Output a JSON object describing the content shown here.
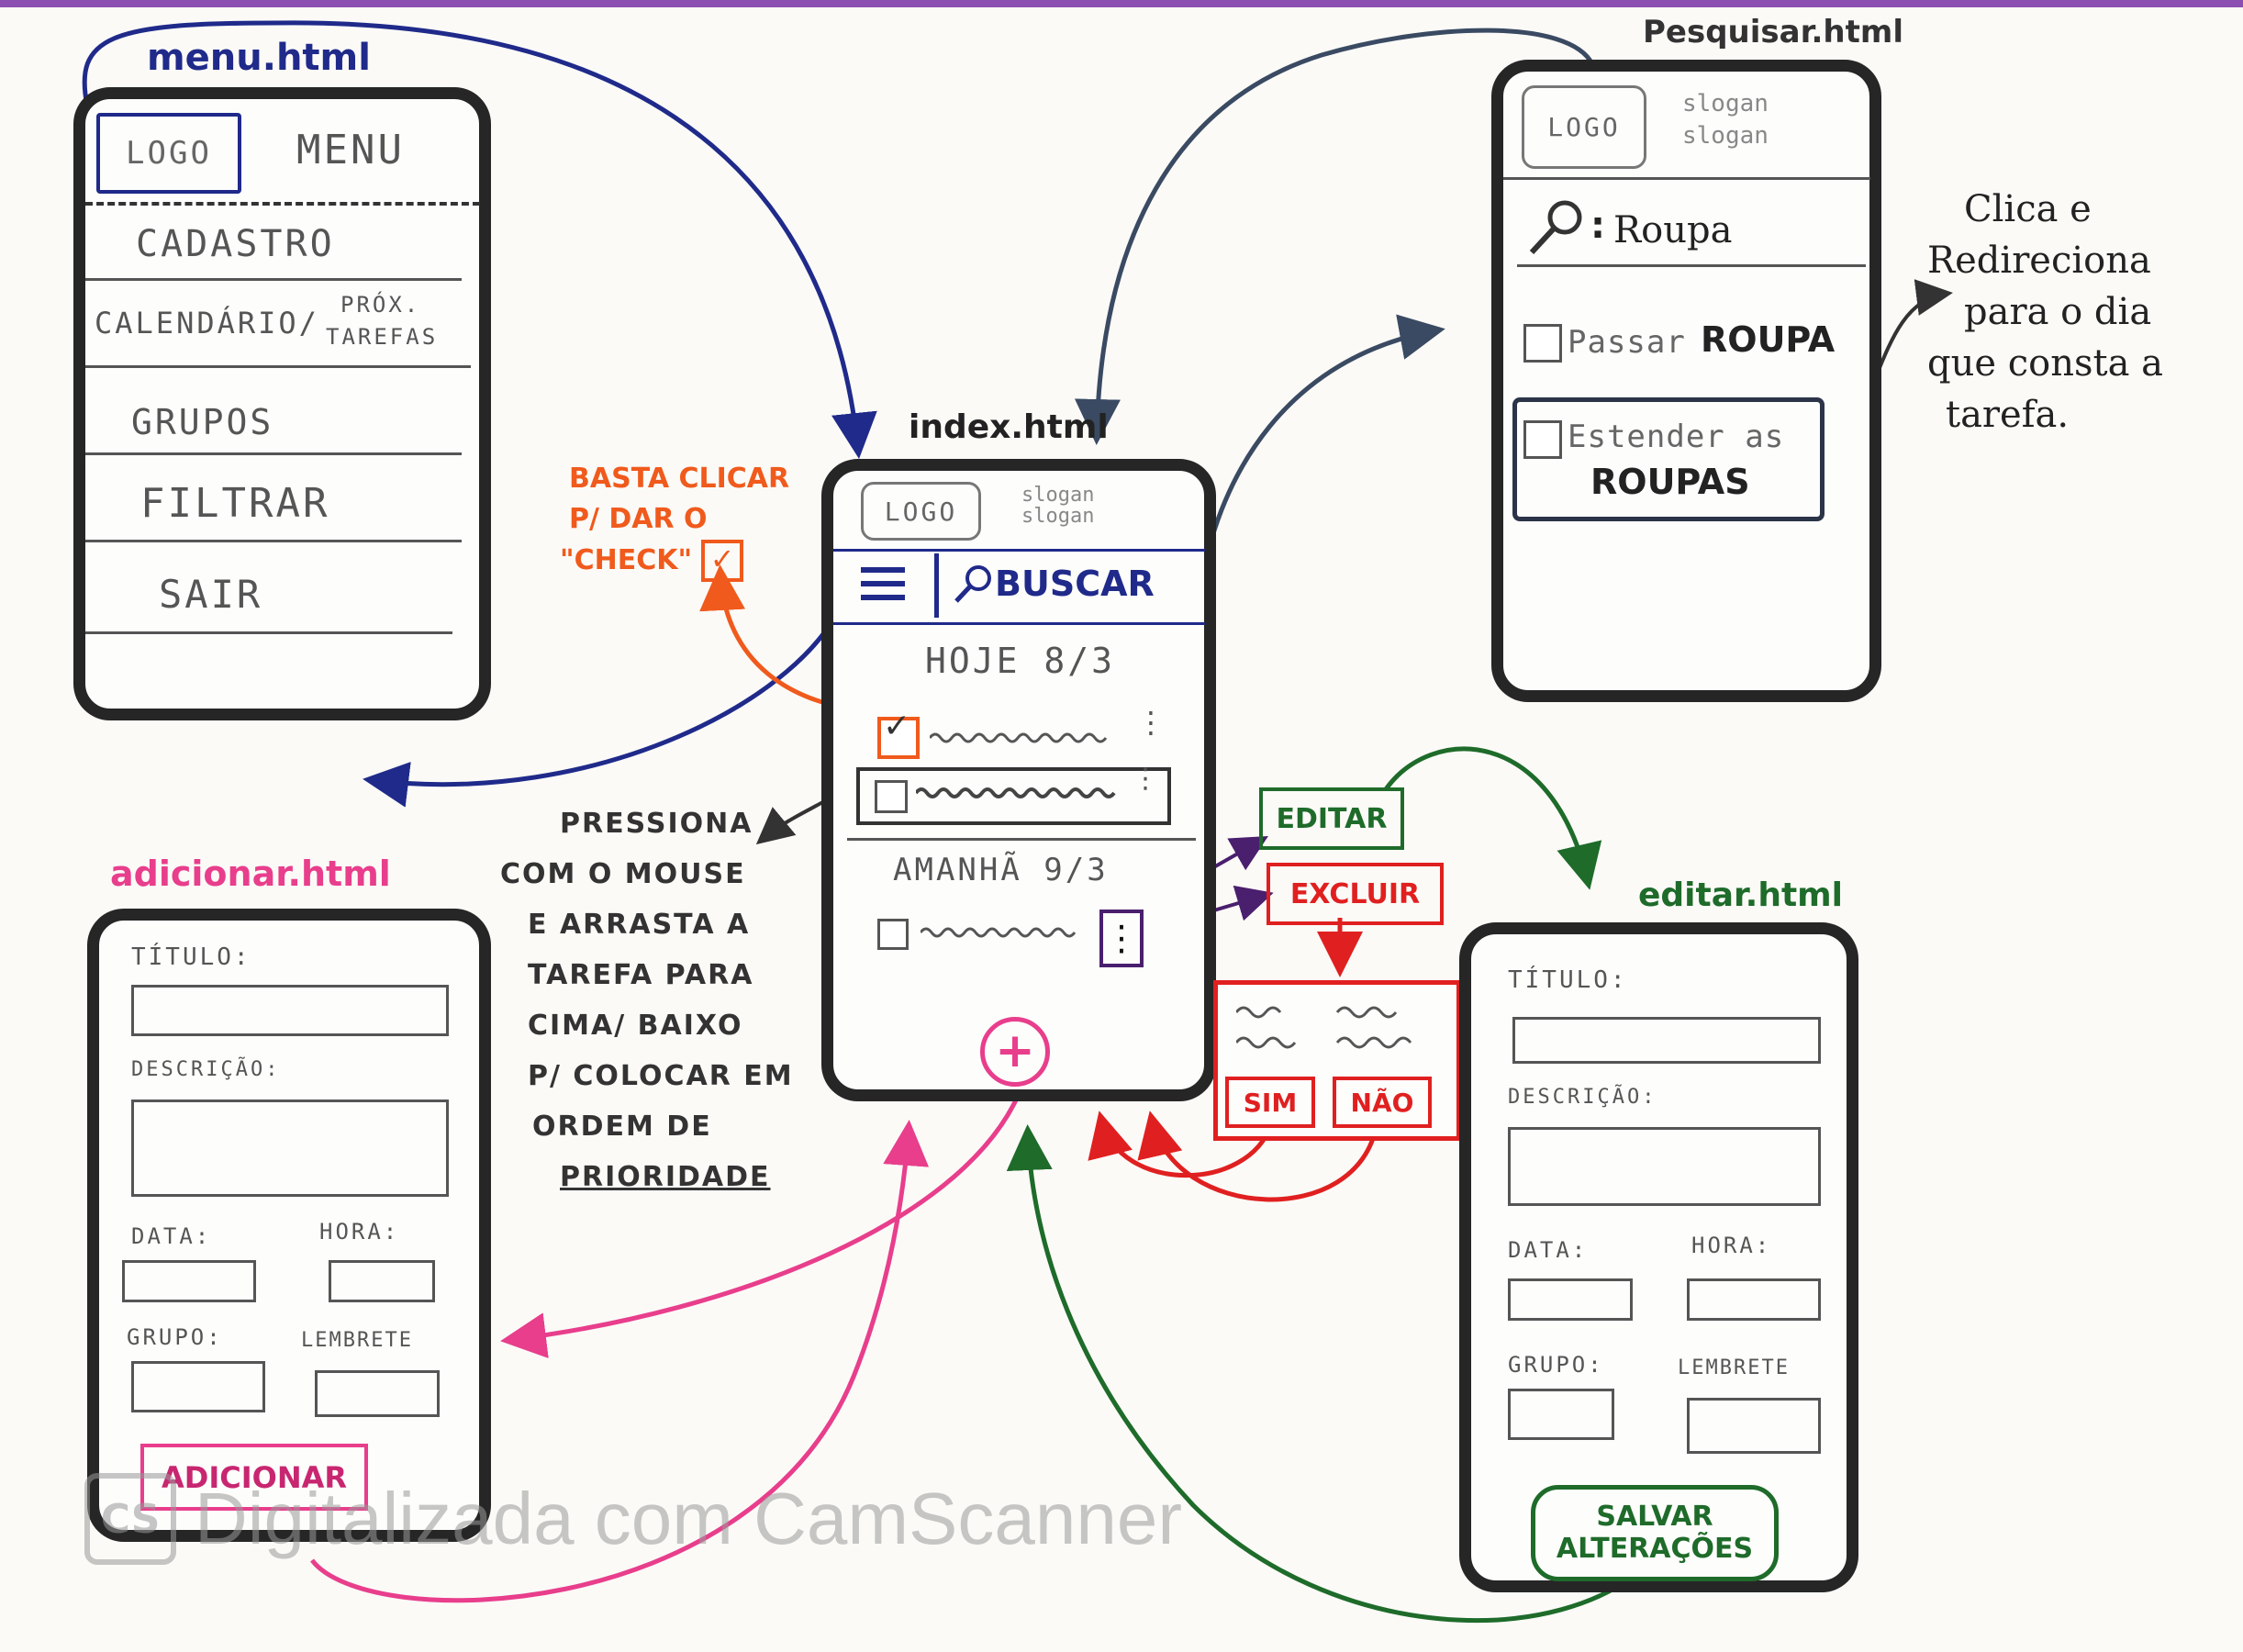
{
  "colors": {
    "blue": "#1f2a8a",
    "slate": "#3a4a62",
    "orange": "#f05a1c",
    "red": "#e02020",
    "green": "#1e6b2a",
    "pink": "#e83e8c",
    "purple": "#4a1f6e",
    "ink": "#262626"
  },
  "menu": {
    "file_label": "menu.html",
    "logo": "LOGO",
    "title": "MENU",
    "items": [
      "CADASTRO",
      "CALENDÁRIO/",
      "PRÓX.",
      "TAREFAS",
      "GRUPOS",
      "FILTRAR",
      "SAIR"
    ]
  },
  "search": {
    "file_label": "Pesquisar.html",
    "logo": "LOGO",
    "slogan1": "slogan",
    "slogan2": "slogan",
    "query_sep": ":",
    "query": "Roupa",
    "result1_a": "Passar",
    "result1_b": "ROUPA",
    "result2_a": "Estender as",
    "result2_b": "ROUPAS"
  },
  "note_redirect": [
    "Clica e",
    "Redireciona",
    "para o dia",
    "que consta a",
    "tarefa."
  ],
  "index": {
    "file_label": "index.html",
    "logo": "LOGO",
    "slogan1": "slogan",
    "slogan2": "slogan",
    "search_button": "BUSCAR",
    "today": "HOJE  8/3",
    "tomorrow": "AMANHÃ  9/3"
  },
  "note_check": [
    "BASTA CLICAR",
    "P/ DAR O",
    "\"CHECK\""
  ],
  "note_drag": [
    "PRESSIONA",
    "COM O MOUSE",
    "E ARRASTA A",
    "TAREFA PARA",
    "CIMA/ BAIXO",
    "P/ COLOCAR EM",
    "ORDEM  DE",
    "PRIORIDADE"
  ],
  "actions": {
    "edit": "EDITAR",
    "delete": "EXCLUIR",
    "yes": "SIM",
    "no": "NÃO"
  },
  "add": {
    "file_label": "adicionar.html",
    "title_label": "TÍTULO:",
    "desc_label": "DESCRIÇÃO:",
    "date_label": "DATA:",
    "time_label": "HORA:",
    "group_label": "GRUPO:",
    "reminder_label": "LEMBRETE",
    "button": "ADICIONAR"
  },
  "edit": {
    "file_label": "editar.html",
    "title_label": "TÍTULO:",
    "desc_label": "DESCRIÇÃO:",
    "date_label": "DATA:",
    "time_label": "HORA:",
    "group_label": "GRUPO:",
    "reminder_label": "LEMBRETE",
    "button_line1": "SALVAR",
    "button_line2": "ALTERAÇÕES"
  },
  "watermark": {
    "icon": "CS",
    "text": "Digitalizada com CamScanner"
  }
}
